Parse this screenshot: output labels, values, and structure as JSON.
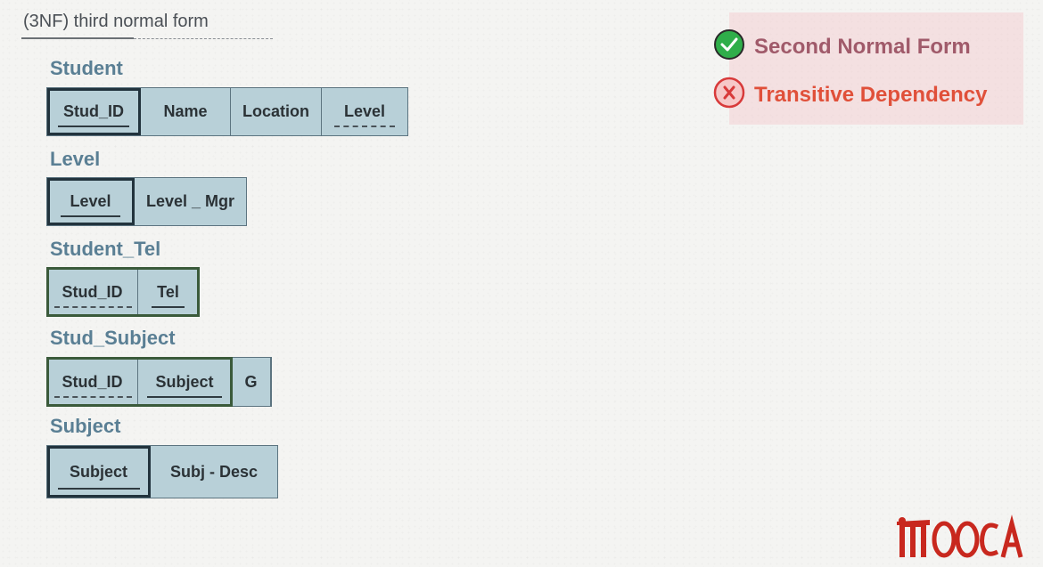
{
  "header": {
    "title": "(3NF)  third normal form"
  },
  "legend": {
    "items": [
      {
        "label": "Second Normal Form",
        "icon": "check-circle-icon",
        "text_color": "#a05a6a",
        "icon_color": "#2fae4a"
      },
      {
        "label": "Transitive  Dependency",
        "icon": "x-circle-icon",
        "text_color": "#e0503a",
        "icon_color": "#d83a3a"
      }
    ]
  },
  "tables": [
    {
      "name": "Student",
      "cells": [
        "Stud_ID",
        "Name",
        "Location",
        "Level"
      ]
    },
    {
      "name": "Level",
      "cells": [
        "Level",
        "Level _ Mgr"
      ]
    },
    {
      "name": "Student_Tel",
      "cells": [
        "Stud_ID",
        "Tel"
      ]
    },
    {
      "name": "Stud_Subject",
      "cells": [
        "Stud_ID",
        "Subject",
        "G"
      ]
    },
    {
      "name": "Subject",
      "cells": [
        "Subject",
        "Subj - Desc"
      ]
    }
  ],
  "logo": {
    "text": "MOOCA",
    "color": "#c8281e"
  }
}
